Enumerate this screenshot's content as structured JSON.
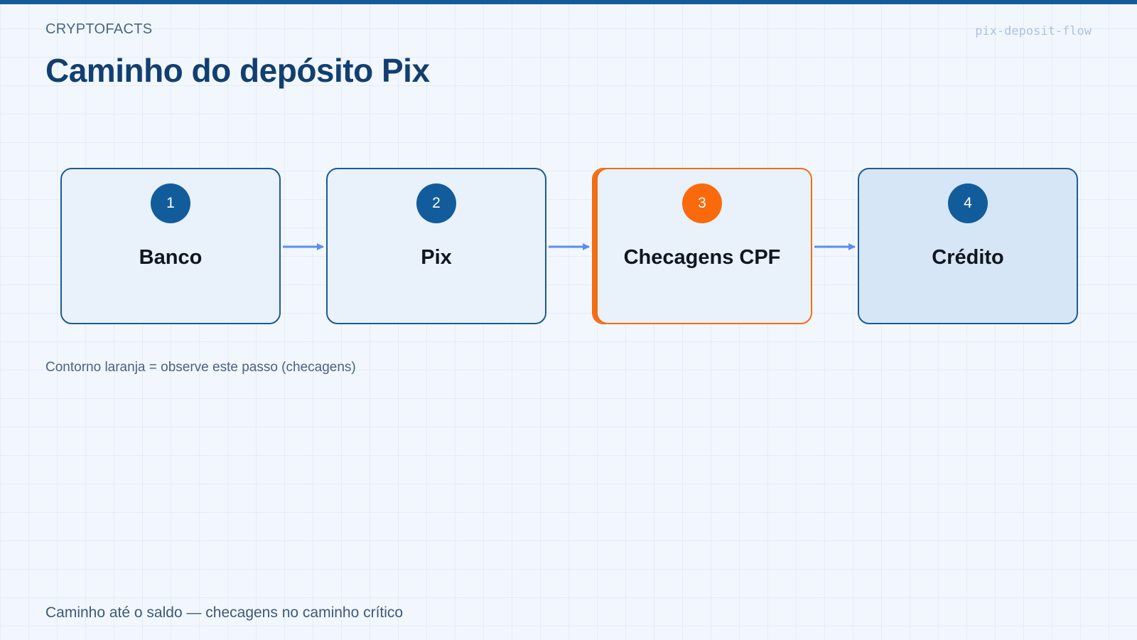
{
  "header": {
    "brand": "CRYPTOFACTS",
    "slug": "pix-deposit-flow",
    "title": "Caminho do depósito Pix"
  },
  "flow": {
    "steps": [
      {
        "number": "1",
        "label": "Banco"
      },
      {
        "number": "2",
        "label": "Pix"
      },
      {
        "number": "3",
        "label": "Checagens CPF",
        "highlighted": true
      },
      {
        "number": "4",
        "label": "Crédito"
      }
    ],
    "connectors": [
      {
        "from": "1",
        "to": "2"
      },
      {
        "from": "2",
        "to": "3"
      },
      {
        "from": "3",
        "to": "4"
      }
    ]
  },
  "legend": "Contorno laranja = observe este passo (checagens)",
  "footer": "Caminho até o saldo — checagens no caminho crítico",
  "colors": {
    "primary": "#135c9c",
    "highlight": "#f26d14",
    "arrow": "#5b8def"
  }
}
